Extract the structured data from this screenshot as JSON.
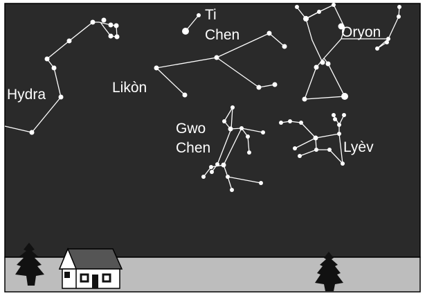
{
  "colors": {
    "sky": "#2a2a2a",
    "ground": "#bdbdbd",
    "star": "#ffffff",
    "line": "#ffffff",
    "tree": "#111111",
    "house_roof": "#555555"
  },
  "labels": {
    "hydra": "Hydra",
    "ti_chen": "Ti",
    "ti_chen_2": "Chen",
    "likon": "Likòn",
    "oryon": "Oryon",
    "gwo_chen": "Gwo",
    "gwo_chen_2": "Chen",
    "lyev": "Lyèv"
  }
}
